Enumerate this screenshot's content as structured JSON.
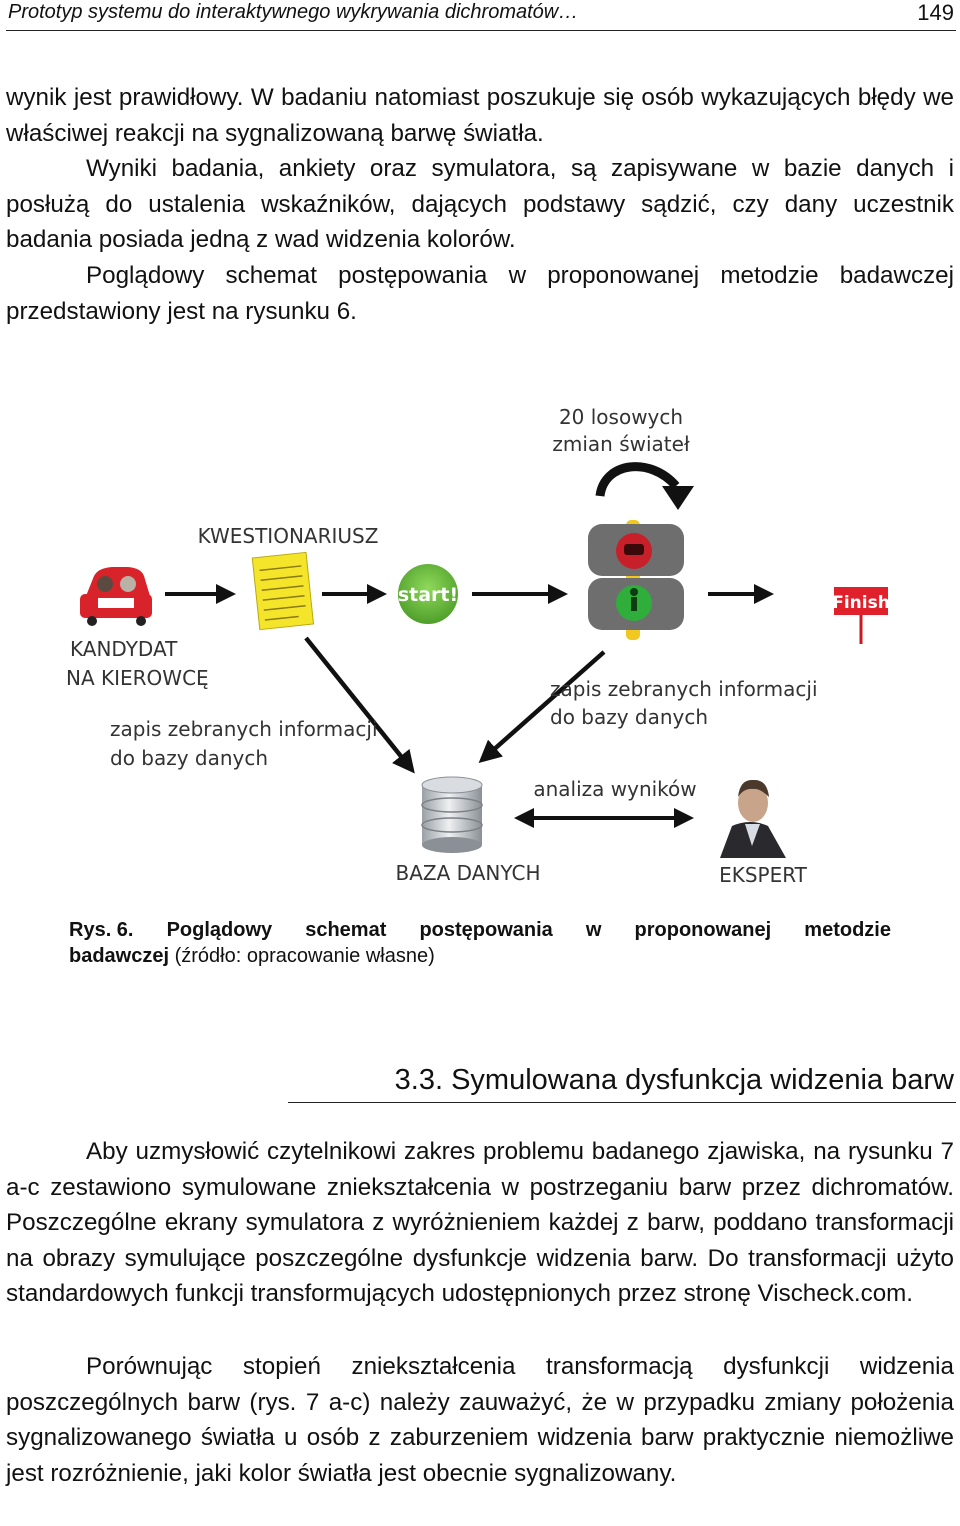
{
  "header": {
    "title": "Prototyp systemu do interaktywnego wykrywania dichromatów…",
    "page_number": "149"
  },
  "paragraphs": {
    "p1": "wynik jest prawidłowy. W badaniu natomiast poszukuje się osób wykazujących błędy we właściwej reakcji na sygnalizowaną barwę światła.",
    "p2": "Wyniki badania, ankiety oraz symulatora, są zapisywane w bazie danych i posłużą do ustalenia wskaźników, dających podstawy sądzić, czy dany uczestnik badania posiada jedną z wad widzenia kolorów.",
    "p3": "Poglądowy schemat postępowania w proponowanej metodzie badawczej przedstawiony jest na rysunku 6.",
    "p4": "Aby uzmysłowić czytelnikowi zakres problemu badanego zjawiska, na rysunku 7 a-c zestawiono symulowane zniekształcenia w postrzeganiu barw przez dichromatów. Poszczególne ekrany symulatora z wyróżnieniem każdej z barw, poddano transformacji na obrazy symulujące poszczególne dysfunkcje widzenia barw. Do transformacji użyto standardowych funkcji transformujących udostępnionych przez stronę Vischeck.com.",
    "p5": "Porównując stopień zniekształcenia transformacją dysfunkcji widzenia poszczególnych barw (rys. 7 a-c) należy zauważyć, że w przypadku zmiany położenia sygnalizowanego światła u osób z zaburzeniem widzenia barw praktycznie niemożliwe jest rozróżnienie, jaki kolor światła jest obecnie sygnalizowany."
  },
  "diagram": {
    "random_line1": "20 losowych",
    "random_line2": "zmian świateł",
    "questionnaire": "KWESTIONARIUSZ",
    "start": "start!",
    "finish": "Finish",
    "candidate_line1": "KANDYDAT",
    "candidate_line2": "NA KIEROWCĘ",
    "save_left_line1": "zapis zebranych informacji",
    "save_left_line2": "do bazy danych",
    "save_right_line1": "zapis zebranych informacji",
    "save_right_line2": "do bazy danych",
    "analysis": "analiza wyników",
    "database": "BAZA DANYCH",
    "expert": "EKSPERT"
  },
  "caption": {
    "label": "Rys. 6.",
    "line1_words": [
      "Poglądowy",
      "schemat",
      "postępowania",
      "w",
      "proponowanej",
      "metodzie"
    ],
    "line2_bold": "badawczej",
    "source": "(źródło: opracowanie własne)"
  },
  "section": {
    "heading": "3.3. Symulowana dysfunkcja widzenia barw"
  },
  "colors": {
    "car_red": "#d8232a",
    "note_yellow": "#f5e52a",
    "start_green": "#6cbf3c",
    "finish_red": "#e0202a",
    "light_red": "#c8202a",
    "light_green": "#2fae3c",
    "pole_yellow": "#f0c820"
  }
}
